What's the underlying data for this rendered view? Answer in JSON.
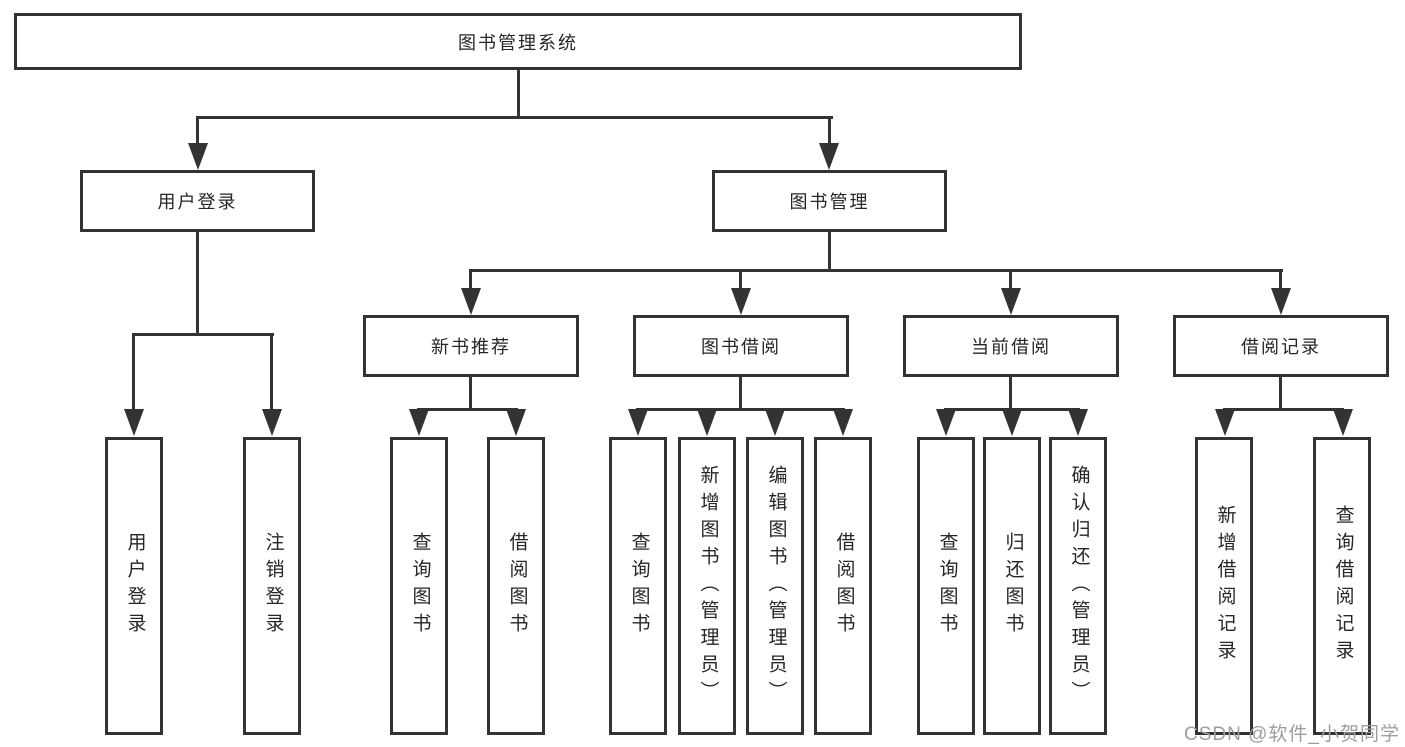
{
  "diagram": {
    "root": {
      "label": "图书管理系统"
    },
    "level2": [
      {
        "label": "用户登录",
        "children": [
          {
            "label": "用户登录"
          },
          {
            "label": "注销登录"
          }
        ]
      },
      {
        "label": "图书管理",
        "children": [
          {
            "label": "新书推荐",
            "children": [
              {
                "label": "查询图书"
              },
              {
                "label": "借阅图书"
              }
            ]
          },
          {
            "label": "图书借阅",
            "children": [
              {
                "label": "查询图书"
              },
              {
                "label": "新增图书（管理员）"
              },
              {
                "label": "编辑图书（管理员）"
              },
              {
                "label": "借阅图书"
              }
            ]
          },
          {
            "label": "当前借阅",
            "children": [
              {
                "label": "查询图书"
              },
              {
                "label": "归还图书"
              },
              {
                "label": "确认归还（管理员）"
              }
            ]
          },
          {
            "label": "借阅记录",
            "children": [
              {
                "label": "新增借阅记录"
              },
              {
                "label": "查询借阅记录"
              }
            ]
          }
        ]
      }
    ]
  },
  "watermark": {
    "text": "CSDN @软件_小贺同学"
  },
  "colors": {
    "line": "#333333",
    "text": "#262626",
    "background": "#ffffff",
    "watermark": "#9e9e9e"
  }
}
